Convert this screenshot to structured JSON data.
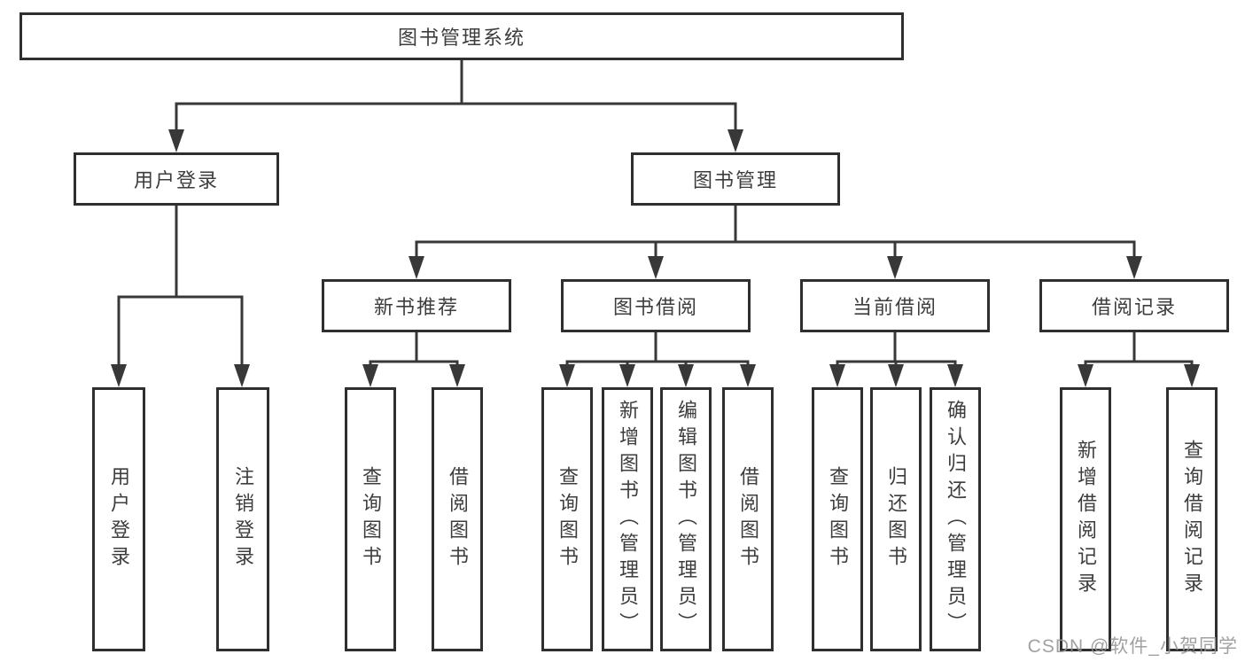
{
  "nodes": {
    "root": "图书管理系统",
    "user_login": "用户登录",
    "book_mgmt": "图书管理",
    "new_book_rec": "新书推荐",
    "book_borrow": "图书借阅",
    "current_borrow": "当前借阅",
    "borrow_record": "借阅记录",
    "leaf_user_login": "用户登录",
    "leaf_logout": "注销登录",
    "leaf_rec_query": "查询图书",
    "leaf_rec_borrow": "借阅图书",
    "leaf_bb_query": "查询图书",
    "leaf_bb_add": "新增图书（管理员）",
    "leaf_bb_edit": "编辑图书（管理员）",
    "leaf_bb_borrow": "借阅图书",
    "leaf_cb_query": "查询图书",
    "leaf_cb_return": "归还图书",
    "leaf_cb_confirm": "确认归还（管理员）",
    "leaf_br_add": "新增借阅记录",
    "leaf_br_query": "查询借阅记录"
  },
  "colors": {
    "line": "#383838",
    "box_border": "#2f2f2f",
    "text": "#3d3d3d",
    "watermark": "#949494"
  },
  "watermark": "CSDN @软件_小贺同学"
}
